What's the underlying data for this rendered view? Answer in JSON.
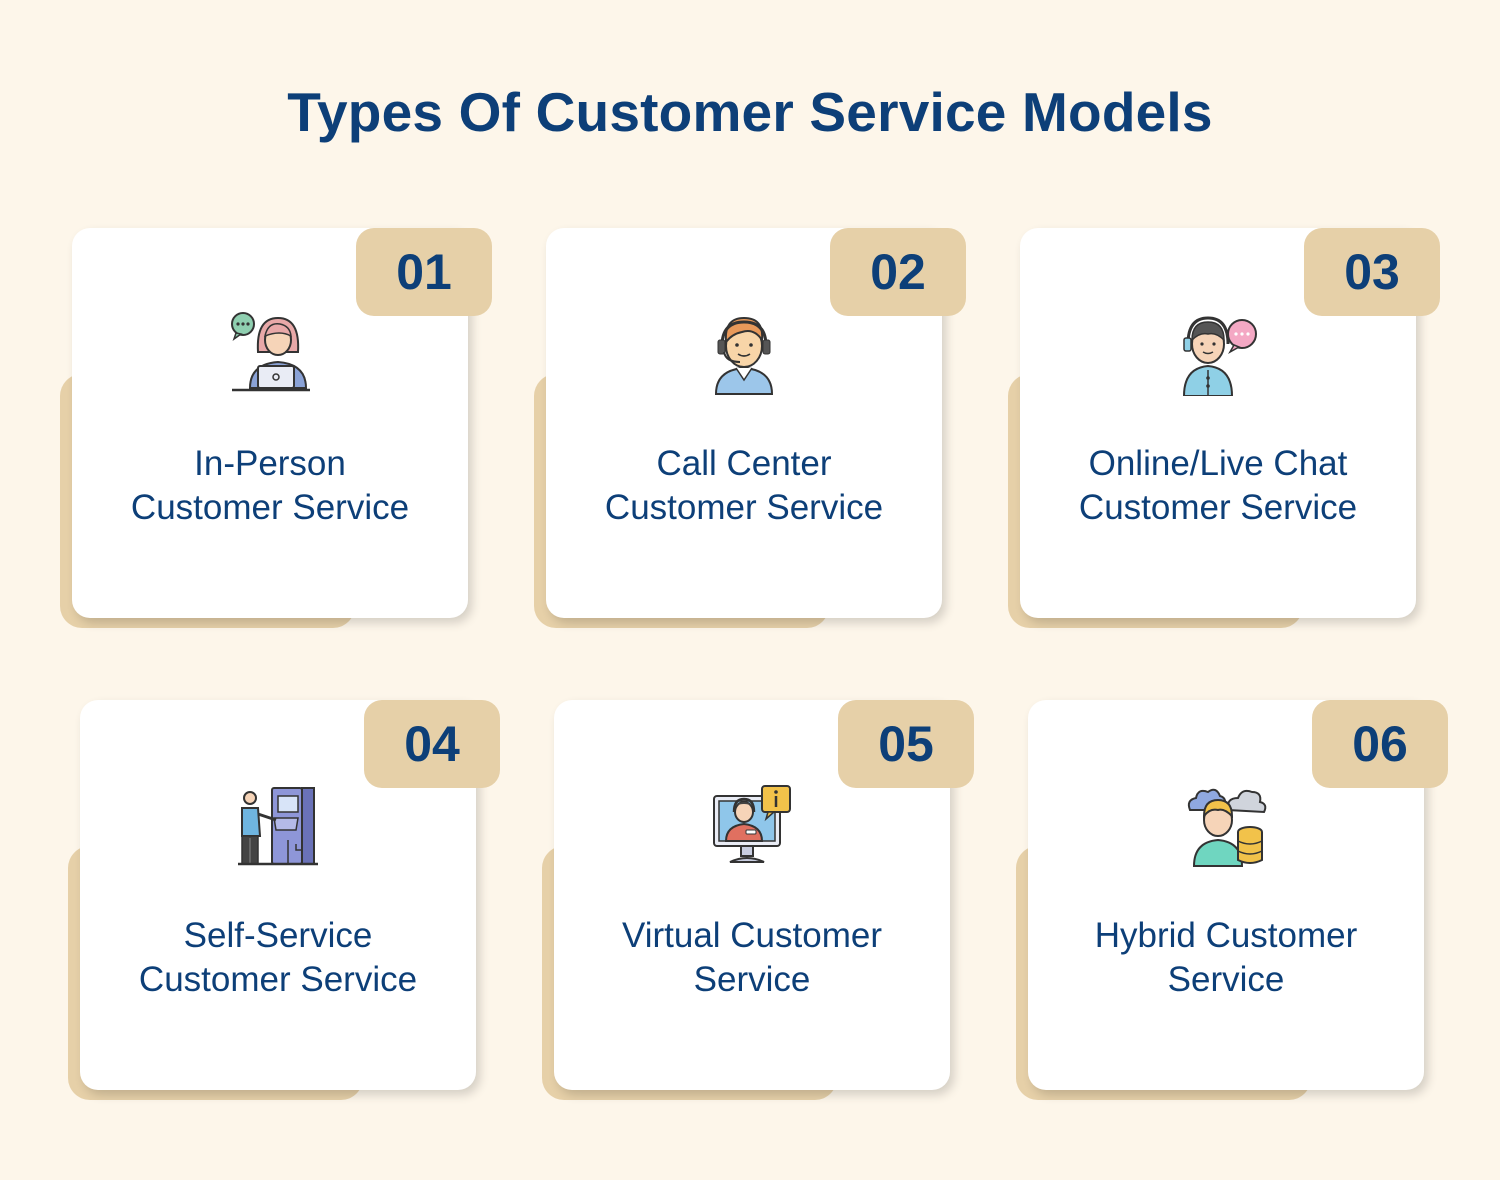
{
  "title": "Types Of Customer Service Models",
  "cards": [
    {
      "number": "01",
      "label_line1": "In-Person",
      "label_line2": "Customer Service",
      "icon": "in-person-agent-icon"
    },
    {
      "number": "02",
      "label_line1": "Call Center",
      "label_line2": "Customer Service",
      "icon": "call-center-agent-icon"
    },
    {
      "number": "03",
      "label_line1": "Online/Live Chat",
      "label_line2": "Customer Service",
      "icon": "live-chat-agent-icon"
    },
    {
      "number": "04",
      "label_line1": "Self-Service",
      "label_line2": "Customer Service",
      "icon": "self-service-kiosk-icon"
    },
    {
      "number": "05",
      "label_line1": "Virtual Customer",
      "label_line2": "Service",
      "icon": "virtual-agent-monitor-icon"
    },
    {
      "number": "06",
      "label_line1": "Hybrid Customer",
      "label_line2": "Service",
      "icon": "hybrid-cloud-database-icon"
    }
  ],
  "colors": {
    "background": "#fdf6ea",
    "card": "#ffffff",
    "accent": "#e6d0a8",
    "text": "#0d3f78"
  }
}
